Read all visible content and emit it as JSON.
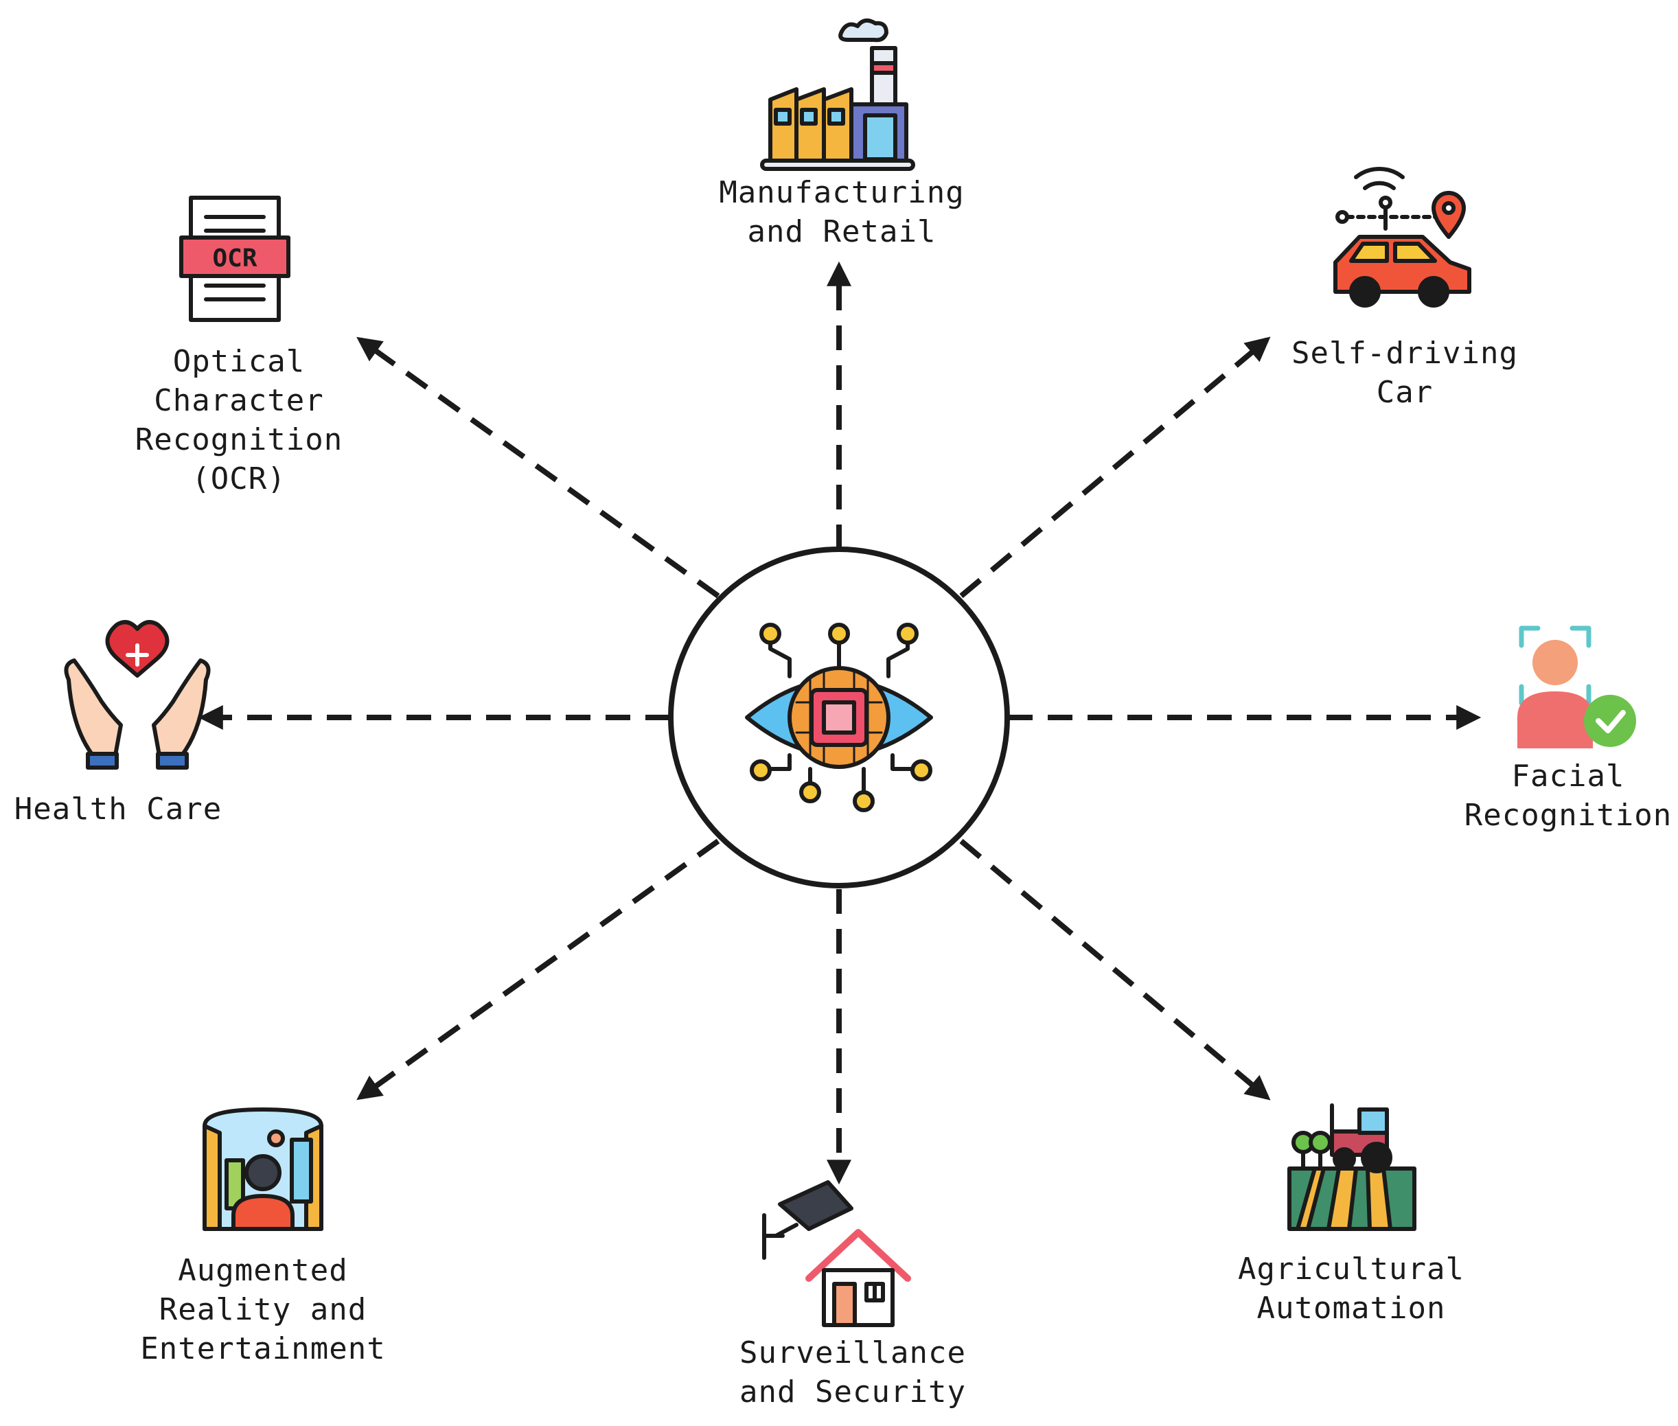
{
  "hub": {
    "icon": "computer-vision-eye-chip-icon"
  },
  "applications": [
    {
      "id": "manufacturing",
      "icon": "factory-icon",
      "lines": [
        "Manufacturing",
        "and Retail"
      ]
    },
    {
      "id": "self-driving",
      "icon": "connected-car-icon",
      "lines": [
        "Self-driving",
        "Car"
      ]
    },
    {
      "id": "facial",
      "icon": "face-scan-check-icon",
      "lines": [
        "Facial",
        "Recognition"
      ]
    },
    {
      "id": "agricultural",
      "icon": "tractor-field-icon",
      "lines": [
        "Agricultural",
        "Automation"
      ]
    },
    {
      "id": "surveillance",
      "icon": "security-camera-house-icon",
      "lines": [
        "Surveillance",
        "and Security"
      ]
    },
    {
      "id": "augmented",
      "icon": "vr-panorama-person-icon",
      "lines": [
        "Augmented",
        "Reality and",
        "Entertainment"
      ]
    },
    {
      "id": "health",
      "icon": "hands-heart-icon",
      "lines": [
        "Health Care"
      ]
    },
    {
      "id": "ocr",
      "icon": "ocr-document-icon",
      "lines": [
        "Optical",
        "Character",
        "Recognition",
        "(OCR)"
      ]
    }
  ],
  "colors": {
    "line": "#1b1b1b",
    "factory": "#f4b63f",
    "car": "#f0553a",
    "face": "#ef6f6f",
    "check": "#6cc24a",
    "heart": "#e0323c",
    "ocr": "#ef5a6a",
    "eye": "#5cc0f0",
    "chip": "#f39c3c",
    "field": "#3f8f6a"
  }
}
